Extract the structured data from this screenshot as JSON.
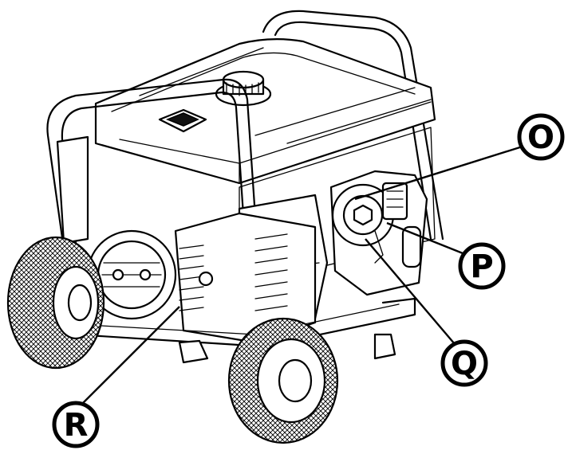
{
  "callouts": [
    {
      "id": "O",
      "label": "O"
    },
    {
      "id": "P",
      "label": "P"
    },
    {
      "id": "Q",
      "label": "Q"
    },
    {
      "id": "R",
      "label": "R"
    }
  ]
}
